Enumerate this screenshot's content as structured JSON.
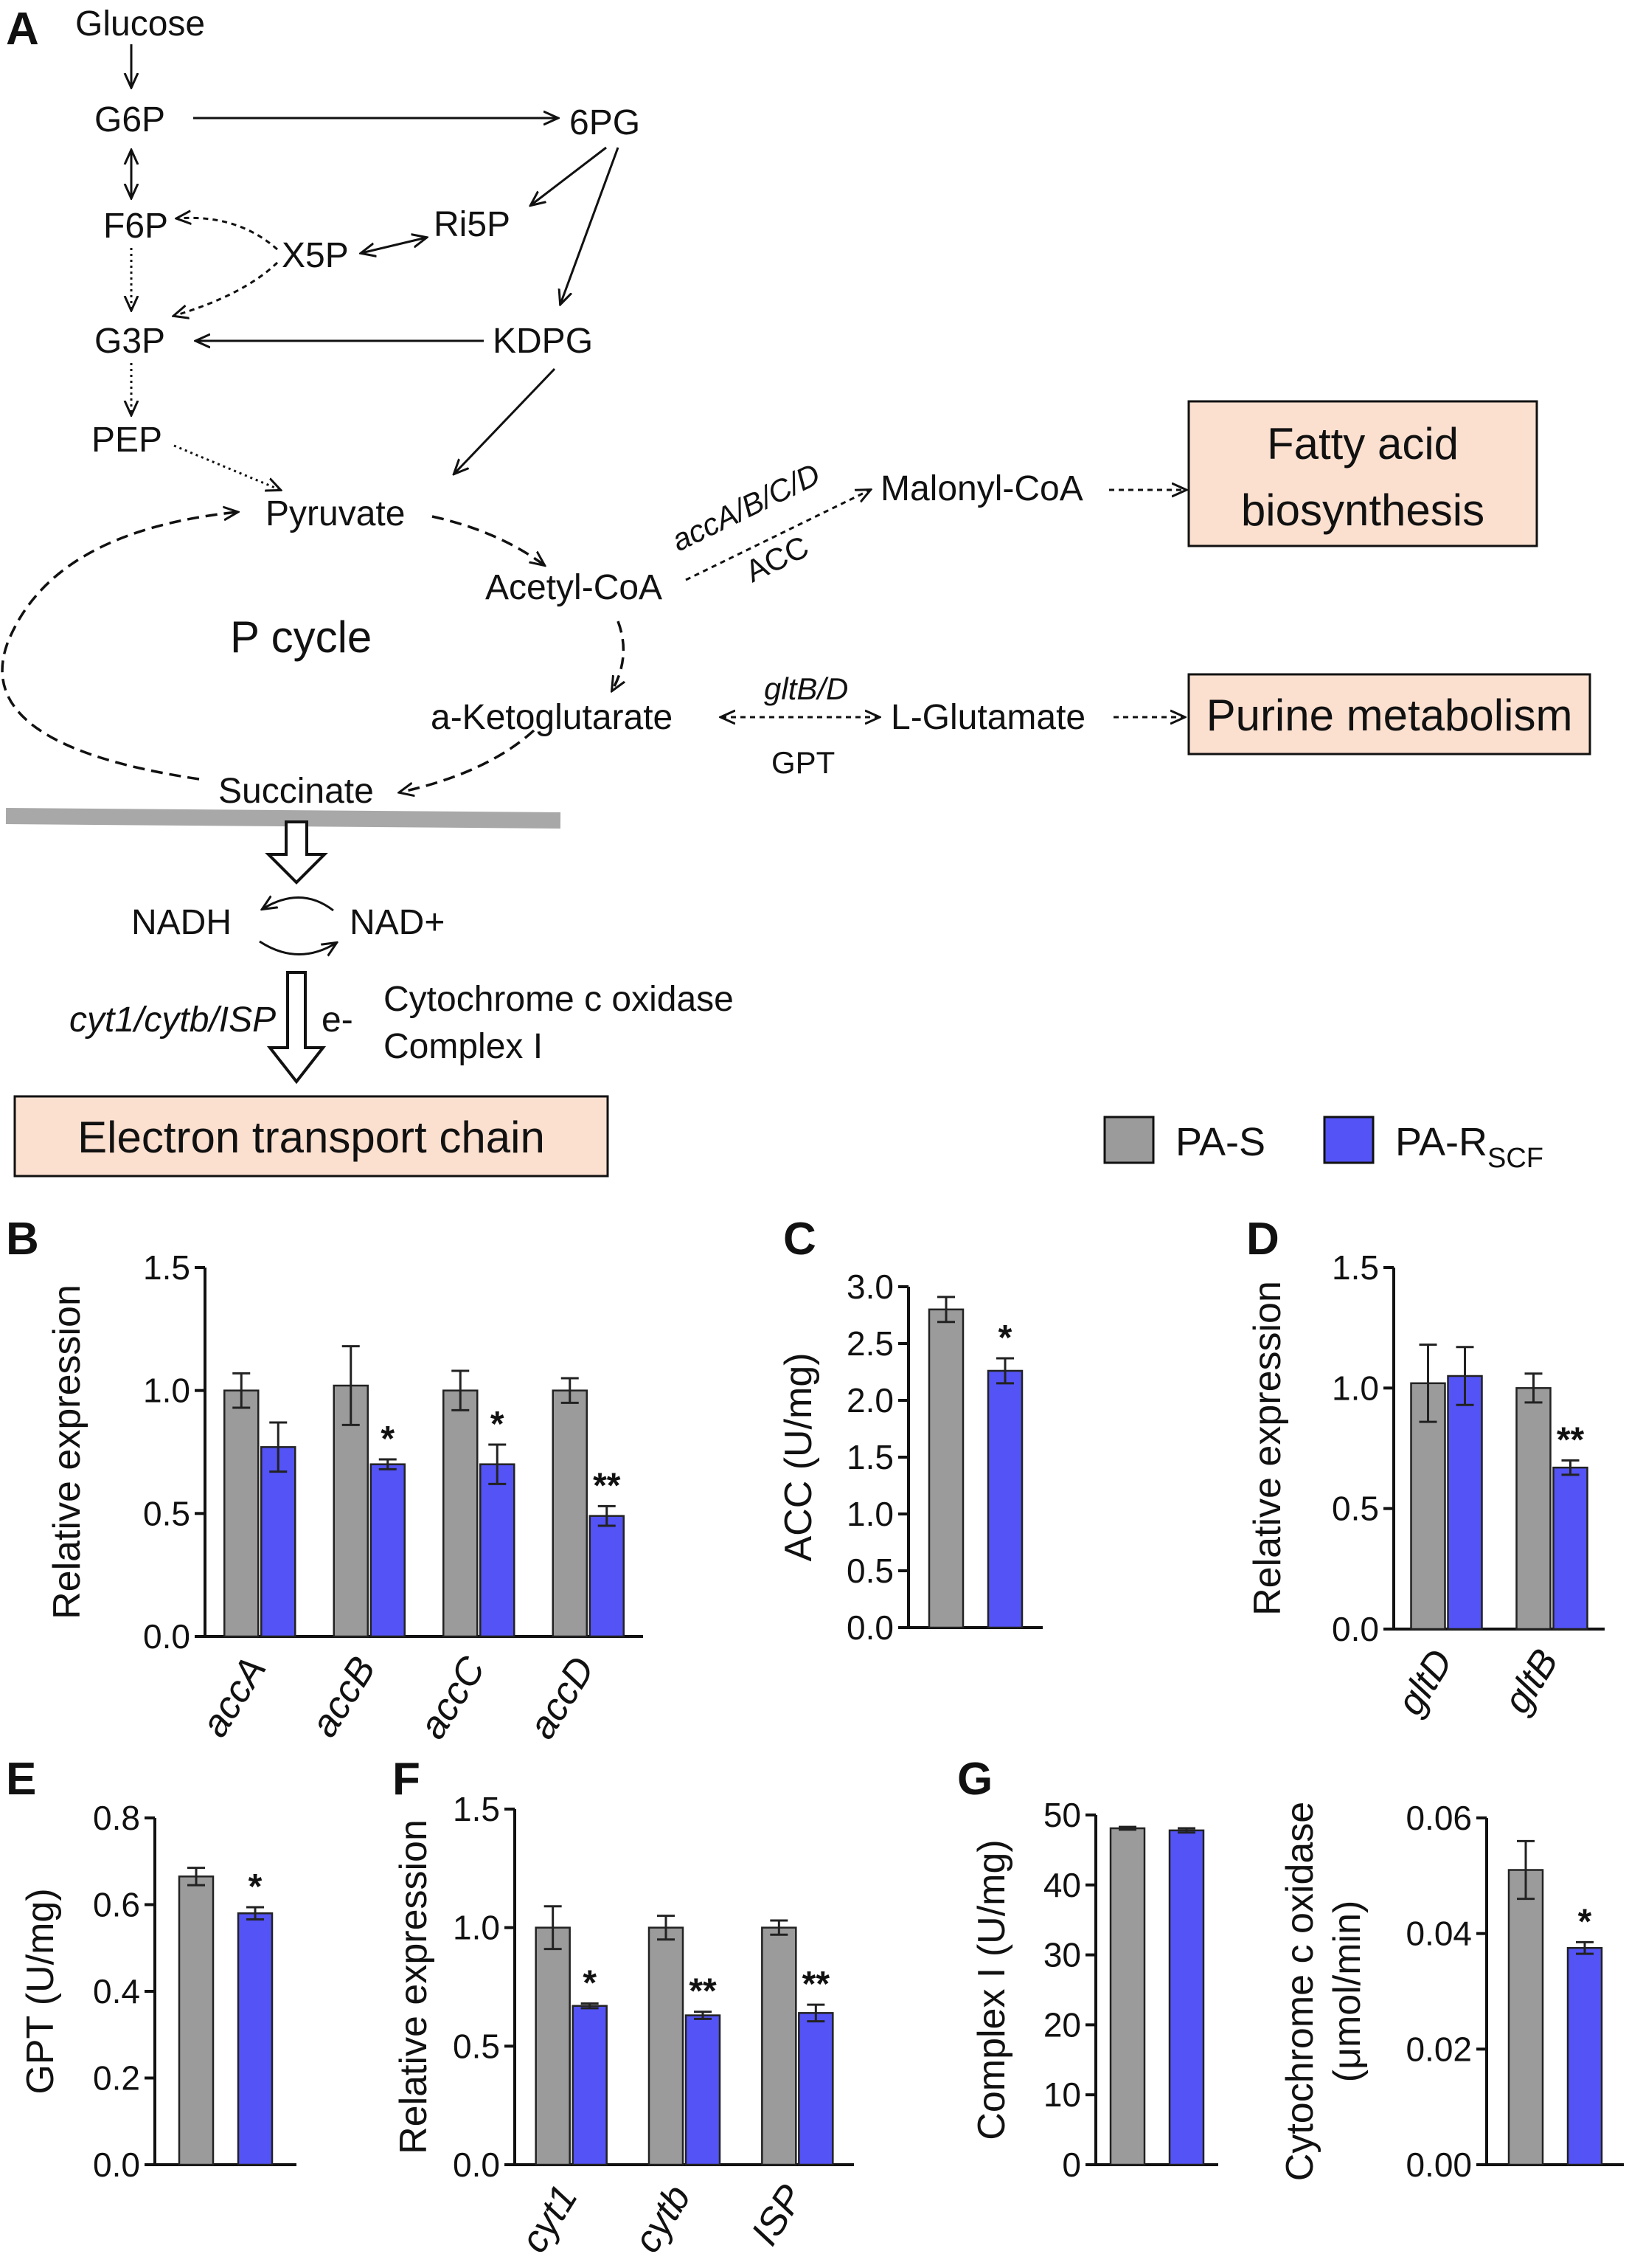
{
  "colors": {
    "pa_s": "#9b9b9b",
    "pa_r": "#5353f6",
    "box_fill": "#fbe0d0",
    "membrane": "#a8a8a8"
  },
  "panel_letters": {
    "a": "A",
    "b": "B",
    "c": "C",
    "d": "D",
    "e": "E",
    "f": "F",
    "g": "G"
  },
  "pathway": {
    "nodes": {
      "glucose": "Glucose",
      "g6p": "G6P",
      "pg6": "6PG",
      "f6p": "F6P",
      "x5p": "X5P",
      "ri5p": "Ri5P",
      "g3p": "G3P",
      "kdpg": "KDPG",
      "pep": "PEP",
      "pyruvate": "Pyruvate",
      "acetyl_coa": "Acetyl-CoA",
      "malonyl_coa": "Malonyl-CoA",
      "p_cycle": "P cycle",
      "a_keto": "a-Ketoglutarate",
      "l_glutamate": "L-Glutamate",
      "succinate": "Succinate",
      "nadh": "NADH",
      "nad_plus": "NAD+",
      "cyt_genes": "cyt1/cytb/ISP",
      "e_minus": "e-",
      "cyt_oxidase": "Cytochrome c oxidase",
      "complex_one": "Complex I",
      "acc_genes": "accA/B/C/D",
      "acc_enzyme": "ACC",
      "glt_genes": "gltB/D",
      "gpt_enzyme": "GPT"
    },
    "boxes": {
      "fatty_line1": "Fatty acid",
      "fatty_line2": "biosynthesis",
      "purine": "Purine metabolism",
      "etc": "Electron transport chain"
    }
  },
  "legend": {
    "pa_s_label": "PA-S",
    "pa_r_label": "PA-R",
    "pa_r_subscript": "SCF"
  },
  "chart_data": [
    {
      "panel": "B",
      "type": "bar",
      "ylabel": "Relative expression",
      "ylim": [
        0,
        1.5
      ],
      "yticks": [
        "0.0",
        "0.5",
        "1.0",
        "1.5"
      ],
      "categories": [
        "accA",
        "accB",
        "accC",
        "accD"
      ],
      "series": [
        {
          "name": "PA-S",
          "values": [
            1.0,
            1.02,
            1.0,
            1.0
          ],
          "errors": [
            0.07,
            0.16,
            0.08,
            0.05
          ]
        },
        {
          "name": "PA-RSCF",
          "values": [
            0.77,
            0.7,
            0.7,
            0.49
          ],
          "errors": [
            0.1,
            0.02,
            0.08,
            0.04
          ]
        }
      ],
      "significance": [
        "",
        "*",
        "*",
        "**"
      ]
    },
    {
      "panel": "C",
      "type": "bar",
      "ylabel": "ACC (U/mg)",
      "ylim": [
        0,
        3.0
      ],
      "yticks": [
        "0.0",
        "0.5",
        "1.0",
        "1.5",
        "2.0",
        "2.5",
        "3.0"
      ],
      "categories": [
        ""
      ],
      "series": [
        {
          "name": "PA-S",
          "values": [
            2.8
          ],
          "errors": [
            0.11
          ]
        },
        {
          "name": "PA-RSCF",
          "values": [
            2.26
          ],
          "errors": [
            0.11
          ]
        }
      ],
      "significance": [
        "*"
      ]
    },
    {
      "panel": "D",
      "type": "bar",
      "ylabel": "Relative expression",
      "ylim": [
        0,
        1.5
      ],
      "yticks": [
        "0.0",
        "0.5",
        "1.0",
        "1.5"
      ],
      "categories": [
        "gltD",
        "gltB"
      ],
      "series": [
        {
          "name": "PA-S",
          "values": [
            1.02,
            1.0
          ],
          "errors": [
            0.16,
            0.06
          ]
        },
        {
          "name": "PA-RSCF",
          "values": [
            1.05,
            0.67
          ],
          "errors": [
            0.12,
            0.03
          ]
        }
      ],
      "significance": [
        "",
        "**"
      ]
    },
    {
      "panel": "E",
      "type": "bar",
      "ylabel": "GPT (U/mg)",
      "ylim": [
        0,
        0.8
      ],
      "yticks": [
        "0.0",
        "0.2",
        "0.4",
        "0.6",
        "0.8"
      ],
      "categories": [
        ""
      ],
      "series": [
        {
          "name": "PA-S",
          "values": [
            0.665
          ],
          "errors": [
            0.02
          ]
        },
        {
          "name": "PA-RSCF",
          "values": [
            0.58
          ],
          "errors": [
            0.014
          ]
        }
      ],
      "significance": [
        "*"
      ]
    },
    {
      "panel": "F",
      "type": "bar",
      "ylabel": "Relative expression",
      "ylim": [
        0,
        1.5
      ],
      "yticks": [
        "0.0",
        "0.5",
        "1.0",
        "1.5"
      ],
      "categories": [
        "cyt1",
        "cytb",
        "ISP"
      ],
      "series": [
        {
          "name": "PA-S",
          "values": [
            1.0,
            1.0,
            1.0
          ],
          "errors": [
            0.09,
            0.05,
            0.03
          ]
        },
        {
          "name": "PA-RSCF",
          "values": [
            0.67,
            0.63,
            0.64
          ],
          "errors": [
            0.01,
            0.015,
            0.035
          ]
        }
      ],
      "significance": [
        "*",
        "**",
        "**"
      ]
    },
    {
      "panel": "G1",
      "type": "bar",
      "ylabel": "Complex I (U/mg)",
      "ylim": [
        0,
        50
      ],
      "yticks": [
        "0",
        "10",
        "20",
        "30",
        "40",
        "50"
      ],
      "categories": [
        ""
      ],
      "series": [
        {
          "name": "PA-S",
          "values": [
            48.1
          ],
          "errors": [
            0.2
          ]
        },
        {
          "name": "PA-RSCF",
          "values": [
            47.8
          ],
          "errors": [
            0.3
          ]
        }
      ],
      "significance": [
        ""
      ]
    },
    {
      "panel": "G2",
      "type": "bar",
      "ylabel_lines": [
        "Cytochrome c oxidase",
        "(μmol/min)"
      ],
      "ylim": [
        0,
        0.06
      ],
      "yticks": [
        "0.00",
        "0.02",
        "0.04",
        "0.06"
      ],
      "categories": [
        ""
      ],
      "series": [
        {
          "name": "PA-S",
          "values": [
            0.051
          ],
          "errors": [
            0.005
          ]
        },
        {
          "name": "PA-RSCF",
          "values": [
            0.0375
          ],
          "errors": [
            0.001
          ]
        }
      ],
      "significance": [
        "*"
      ]
    }
  ]
}
